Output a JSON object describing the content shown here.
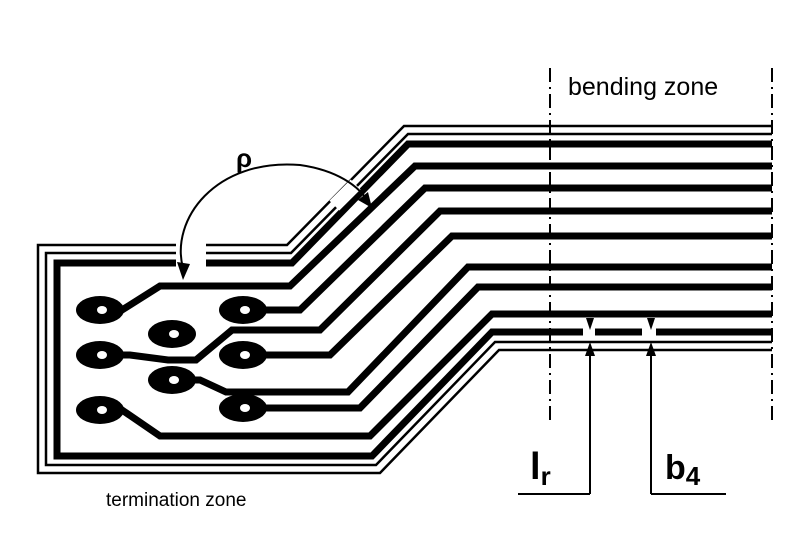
{
  "labels": {
    "bending_zone": "bending zone",
    "termination_zone": "termination zone",
    "rho": "ρ",
    "lr_main": "l",
    "lr_sub": "r",
    "b4_main": "b",
    "b4_sub": "4"
  },
  "colors": {
    "ink": "#000000",
    "paper": "#ffffff"
  }
}
